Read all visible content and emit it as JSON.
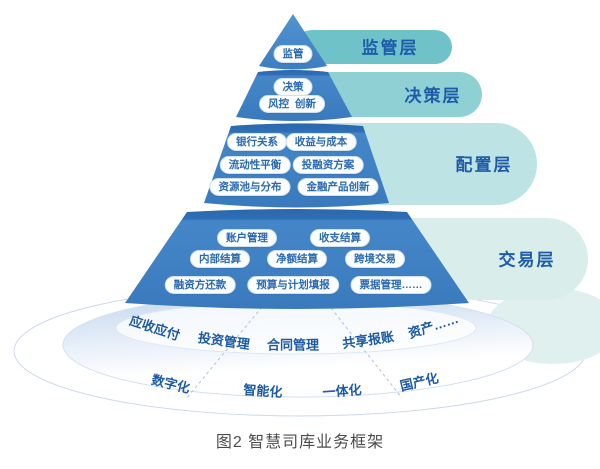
{
  "figure": {
    "caption": "图2 智慧司库业务框架"
  },
  "pyramid": {
    "tiers": [
      {
        "label": "监管层",
        "pills": [
          "监管"
        ]
      },
      {
        "label": "决策层",
        "pills": [
          "决策",
          "风控  创新"
        ]
      },
      {
        "label": "配置层",
        "pills": [
          "银行关系",
          "收益与成本",
          "流动性平衡",
          "投融资方案",
          "资源池与分布",
          "金融产品创新"
        ]
      },
      {
        "label": "交易层",
        "pills": [
          "账户管理",
          "收支结算",
          "内部结算",
          "净额结算",
          "跨境交易",
          "融资方还款",
          "预算与计划填报",
          "票据管理……"
        ]
      }
    ]
  },
  "platform": {
    "ring1": [
      "应收应付",
      "投资管理",
      "合同管理",
      "共享报账",
      "资产……"
    ],
    "ring2": [
      "数字化",
      "智能化",
      "一体化",
      "国产化"
    ]
  },
  "colors": {
    "pyramid_body": "#3f81c4",
    "pyramid_cap": "#2d6bb1",
    "bar_supervision": "#70c2c9",
    "bar_decision": "#8fd0d4",
    "bar_allocation": "#bee3e4",
    "bar_transaction": "#d9eeeb",
    "layer_label_text": "#1e5ca8",
    "pill_text": "#2a6ab0",
    "ring_line": "#ccd9ea"
  }
}
